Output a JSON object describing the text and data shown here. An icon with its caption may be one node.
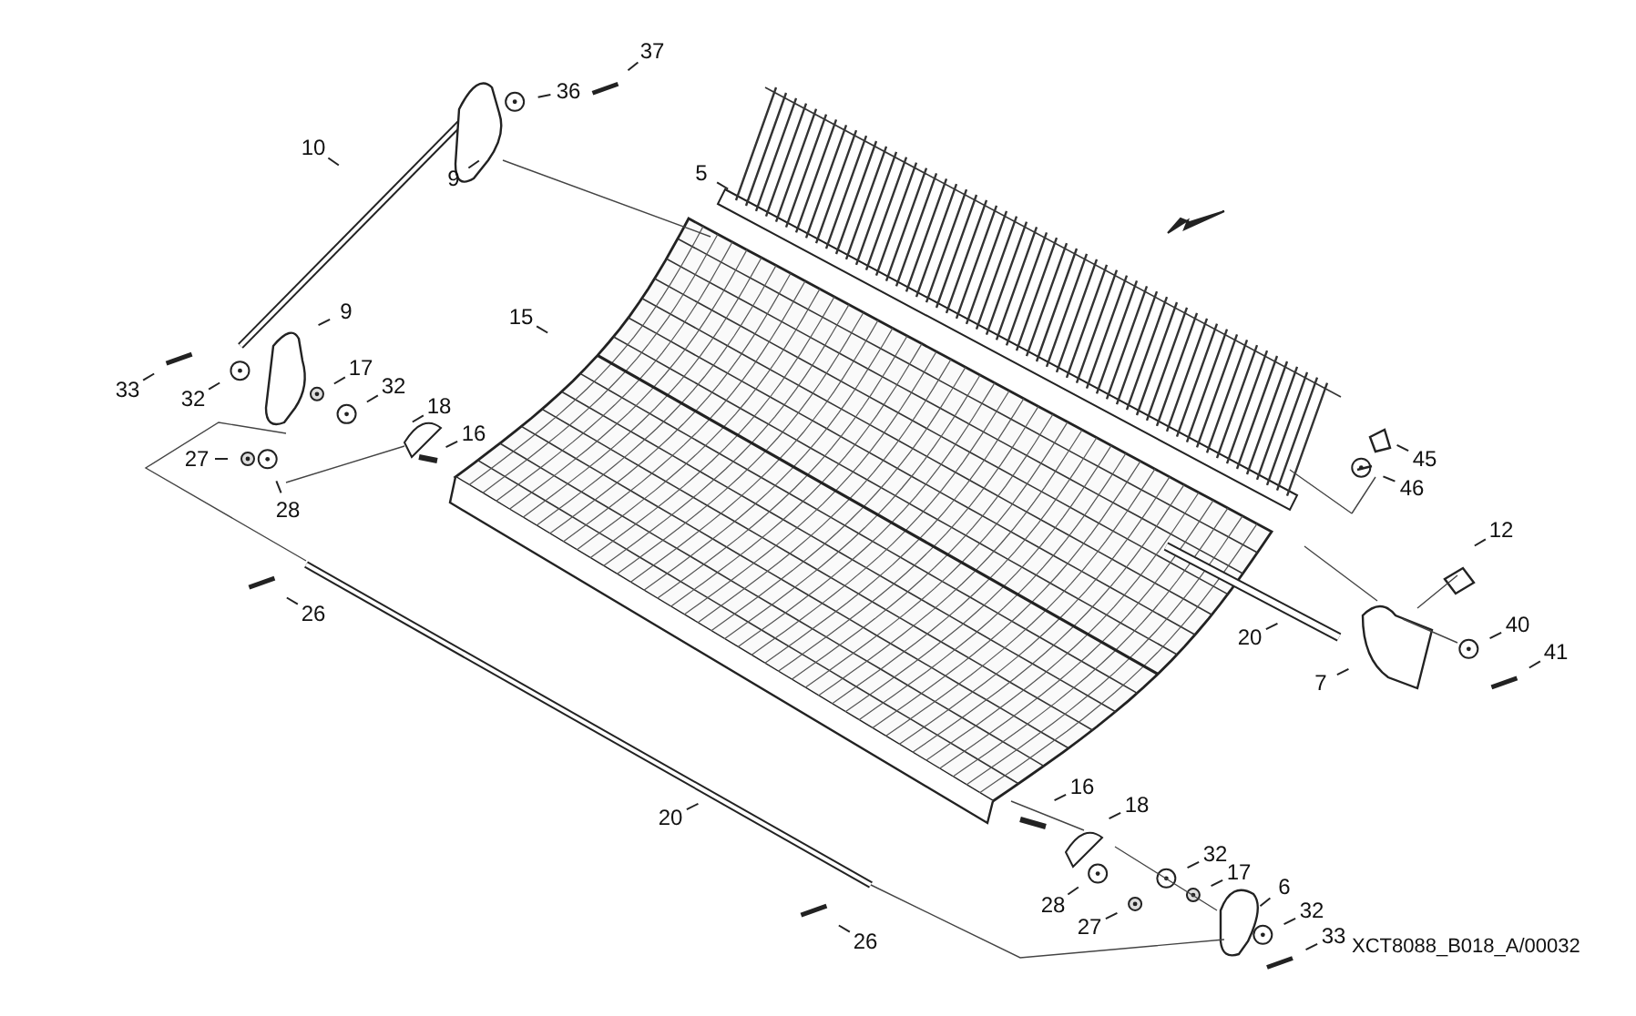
{
  "diagram": {
    "nodes": [
      {
        "text": [
          "36"
        ]
      },
      {
        "text": [
          "37"
        ]
      },
      {
        "text": [
          "10"
        ]
      },
      {
        "text": [
          "9"
        ]
      },
      {
        "text": [
          "5"
        ]
      },
      {
        "text": [
          "9"
        ]
      },
      {
        "text": [
          "15"
        ]
      },
      {
        "text": [
          "33"
        ]
      },
      {
        "text": [
          "32"
        ]
      },
      {
        "text": [
          "17"
        ]
      },
      {
        "text": [
          "32"
        ]
      },
      {
        "text": [
          "18"
        ]
      },
      {
        "text": [
          "16"
        ]
      },
      {
        "text": [
          "27"
        ]
      },
      {
        "text": [
          "28"
        ]
      },
      {
        "text": [
          "45"
        ]
      },
      {
        "text": [
          "46"
        ]
      },
      {
        "text": [
          "12"
        ]
      },
      {
        "text": [
          "26"
        ]
      },
      {
        "text": [
          "20"
        ]
      },
      {
        "text": [
          "40"
        ]
      },
      {
        "text": [
          "41"
        ]
      },
      {
        "text": [
          "7"
        ]
      },
      {
        "text": [
          "16"
        ]
      },
      {
        "text": [
          "18"
        ]
      },
      {
        "text": [
          "20"
        ]
      },
      {
        "text": [
          "32"
        ]
      },
      {
        "text": [
          "17"
        ]
      },
      {
        "text": [
          "6"
        ]
      },
      {
        "text": [
          "28"
        ]
      },
      {
        "text": [
          "27"
        ]
      },
      {
        "text": [
          "32"
        ]
      },
      {
        "text": [
          "26"
        ]
      },
      {
        "text": [
          "33"
        ]
      }
    ],
    "edges": [
      {
        "from": 0,
        "to": null,
        "arrow": "none"
      },
      {
        "from": 1,
        "to": null,
        "arrow": "none"
      },
      {
        "from": 2,
        "to": null,
        "arrow": "none"
      },
      {
        "from": 3,
        "to": null,
        "arrow": "none"
      },
      {
        "from": 4,
        "to": null,
        "arrow": "none"
      },
      {
        "from": 5,
        "to": null,
        "arrow": "none"
      },
      {
        "from": 6,
        "to": null,
        "arrow": "none"
      },
      {
        "from": 7,
        "to": null,
        "arrow": "none"
      },
      {
        "from": 8,
        "to": null,
        "arrow": "none"
      },
      {
        "from": 9,
        "to": null,
        "arrow": "none"
      },
      {
        "from": 10,
        "to": null,
        "arrow": "none"
      },
      {
        "from": 11,
        "to": null,
        "arrow": "none"
      },
      {
        "from": 12,
        "to": null,
        "arrow": "none"
      },
      {
        "from": 13,
        "to": null,
        "arrow": "none"
      },
      {
        "from": 14,
        "to": null,
        "arrow": "none"
      },
      {
        "from": 15,
        "to": null,
        "arrow": "none"
      },
      {
        "from": 16,
        "to": null,
        "arrow": "none"
      },
      {
        "from": 17,
        "to": null,
        "arrow": "none"
      },
      {
        "from": 18,
        "to": null,
        "arrow": "none"
      },
      {
        "from": 19,
        "to": null,
        "arrow": "none"
      },
      {
        "from": 20,
        "to": null,
        "arrow": "none"
      },
      {
        "from": 21,
        "to": null,
        "arrow": "none"
      },
      {
        "from": 22,
        "to": null,
        "arrow": "none"
      },
      {
        "from": 23,
        "to": null,
        "arrow": "none"
      },
      {
        "from": 24,
        "to": null,
        "arrow": "none"
      },
      {
        "from": 25,
        "to": null,
        "arrow": "none"
      },
      {
        "from": 26,
        "to": null,
        "arrow": "none"
      },
      {
        "from": 27,
        "to": null,
        "arrow": "none"
      },
      {
        "from": 28,
        "to": null,
        "arrow": "none"
      },
      {
        "from": 29,
        "to": null,
        "arrow": "none"
      },
      {
        "from": 30,
        "to": null,
        "arrow": "none"
      },
      {
        "from": 31,
        "to": null,
        "arrow": "none"
      },
      {
        "from": 32,
        "to": null,
        "arrow": "none"
      },
      {
        "from": 33,
        "to": null,
        "arrow": "none"
      }
    ],
    "labels": [
      "XCT8088_B018_A/00032"
    ]
  }
}
